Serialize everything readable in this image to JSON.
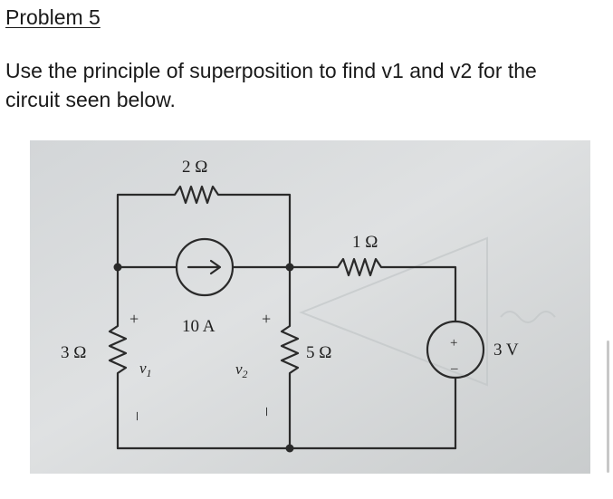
{
  "problem": {
    "heading": "Problem 5",
    "statement": "Use the principle of superposition to find v1 and v2 for the circuit seen below."
  },
  "circuit": {
    "resistor_top": "2 Ω",
    "resistor_right_top": "1 Ω",
    "resistor_left": "3 Ω",
    "resistor_middle": "5 Ω",
    "current_source": "10 A",
    "voltage_source": "3 V",
    "v1_label": "v",
    "v1_sub": "1",
    "v2_label": "v",
    "v2_sub": "2",
    "plus": "+",
    "minus": "–"
  }
}
